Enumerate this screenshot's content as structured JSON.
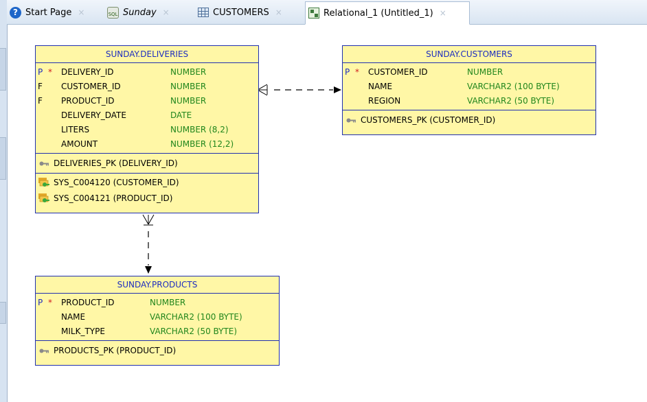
{
  "tabs": [
    {
      "label": "Start Page",
      "icon": "help-icon",
      "italic": false
    },
    {
      "label": "Sunday",
      "icon": "sql-worksheet-icon",
      "italic": true
    },
    {
      "label": "CUSTOMERS",
      "icon": "table-grid-icon",
      "italic": false
    },
    {
      "label": "Relational_1 (Untitled_1)",
      "icon": "relational-diagram-icon",
      "italic": false,
      "active": true
    }
  ],
  "tab_close_glyph": "×",
  "sql_icon_text": "SQL",
  "colors": {
    "header_text": "#1d2dbf",
    "type_text": "#20861c",
    "entity_bg": "#fff7a6",
    "border": "#1f2fb0",
    "required_star": "#d02020"
  },
  "entities": {
    "deliveries": {
      "title": "SUNDAY.DELIVERIES",
      "columns": [
        {
          "key": "P",
          "required": "*",
          "name": "DELIVERY_ID",
          "type": "NUMBER"
        },
        {
          "key": "F",
          "required": "",
          "name": "CUSTOMER_ID",
          "type": "NUMBER"
        },
        {
          "key": "F",
          "required": "",
          "name": "PRODUCT_ID",
          "type": "NUMBER"
        },
        {
          "key": "",
          "required": "",
          "name": "DELIVERY_DATE",
          "type": "DATE"
        },
        {
          "key": "",
          "required": "",
          "name": "LITERS",
          "type": "NUMBER (8,2)"
        },
        {
          "key": "",
          "required": "",
          "name": "AMOUNT",
          "type": "NUMBER (12,2)"
        }
      ],
      "pk": "DELIVERIES_PK (DELIVERY_ID)",
      "fks": [
        "SYS_C004120 (CUSTOMER_ID)",
        "SYS_C004121 (PRODUCT_ID)"
      ]
    },
    "customers": {
      "title": "SUNDAY.CUSTOMERS",
      "columns": [
        {
          "key": "P",
          "required": "*",
          "name": "CUSTOMER_ID",
          "type": "NUMBER"
        },
        {
          "key": "",
          "required": "",
          "name": "NAME",
          "type": "VARCHAR2 (100 BYTE)"
        },
        {
          "key": "",
          "required": "",
          "name": "REGION",
          "type": "VARCHAR2 (50 BYTE)"
        }
      ],
      "pk": "CUSTOMERS_PK (CUSTOMER_ID)"
    },
    "products": {
      "title": "SUNDAY.PRODUCTS",
      "columns": [
        {
          "key": "P",
          "required": "*",
          "name": "PRODUCT_ID",
          "type": "NUMBER"
        },
        {
          "key": "",
          "required": "",
          "name": "NAME",
          "type": "VARCHAR2 (100 BYTE)"
        },
        {
          "key": "",
          "required": "",
          "name": "MILK_TYPE",
          "type": "VARCHAR2 (50 BYTE)"
        }
      ],
      "pk": "PRODUCTS_PK (PRODUCT_ID)"
    }
  }
}
